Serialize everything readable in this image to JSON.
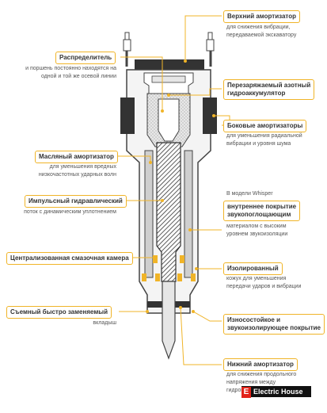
{
  "labels": {
    "top_shock": {
      "title": "Верхний амортизатор",
      "desc": [
        "для снижения вибрации,",
        "передаваемой экскаватору"
      ]
    },
    "distributor": {
      "title": "Распределитель",
      "desc": [
        "и поршень постоянно находятся на",
        "одной и той же осевой линии"
      ]
    },
    "nitrogen": {
      "title": "Перезаряжаемый азотный",
      "title2": "гидроаккумулятор"
    },
    "side_shock": {
      "title": "Боковые амортизаторы",
      "desc": [
        "для уменьшения радиальной",
        "вибрации и уровня шума"
      ]
    },
    "oil_shock": {
      "title": "Масляный амортизатор",
      "desc": [
        "для уменьшения вредных",
        "низкочастотных ударных волн"
      ]
    },
    "whisper": {
      "intro": "В модели Whisper",
      "title": "внутреннее покрытие",
      "title2": "звукопоглощающим",
      "desc": [
        "материалом с высоким",
        "уровнем звукоизоляции"
      ]
    },
    "impulse": {
      "title": "Импульсный гидравлический",
      "desc": [
        "поток с динамическим уплотнением"
      ]
    },
    "lube": {
      "title": "Централизованная смазочная камера"
    },
    "isolated": {
      "title": "Изолированный",
      "desc": [
        "кожух для уменьшения",
        "передачи ударов и вибрации"
      ]
    },
    "bushing": {
      "title": "Съемный быстро заменяемый",
      "desc": [
        "вкладыш"
      ]
    },
    "wear": {
      "title": "Износостойкое и",
      "title2": "звукоизолирующее покрытие"
    },
    "bottom_shock": {
      "title": "Нижний амортизатор",
      "desc": [
        "для снижения продольного",
        "напряжения между",
        "гидромолотом и корпусом"
      ]
    }
  },
  "brand": {
    "mark": "E",
    "name": "Electric House"
  },
  "colors": {
    "accent": "#f0b428",
    "dark": "#2b2b2b",
    "gray": "#555555",
    "light_fill": "#d9d9d9"
  }
}
